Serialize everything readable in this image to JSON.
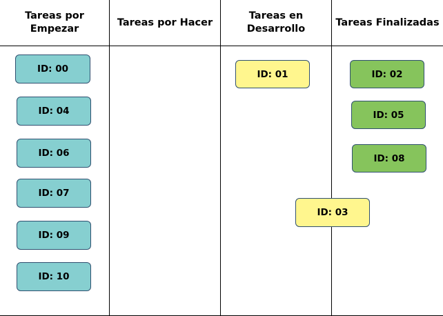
{
  "columns": [
    {
      "title": "Tareas por\nEmpezar"
    },
    {
      "title": "Tareas por Hacer"
    },
    {
      "title": "Tareas en\nDesarrollo"
    },
    {
      "title": "Tareas Finalizadas"
    }
  ],
  "cards": {
    "c00": "ID: 00",
    "c04": "ID: 04",
    "c06": "ID: 06",
    "c07": "ID: 07",
    "c09": "ID: 09",
    "c10": "ID: 10",
    "c01": "ID: 01",
    "c03": "ID: 03",
    "c02": "ID: 02",
    "c05": "ID: 05",
    "c08": "ID: 08"
  },
  "colors": {
    "empezar": "#86cfd0",
    "desarrollo": "#fff68e",
    "finalizadas": "#86c45c"
  }
}
